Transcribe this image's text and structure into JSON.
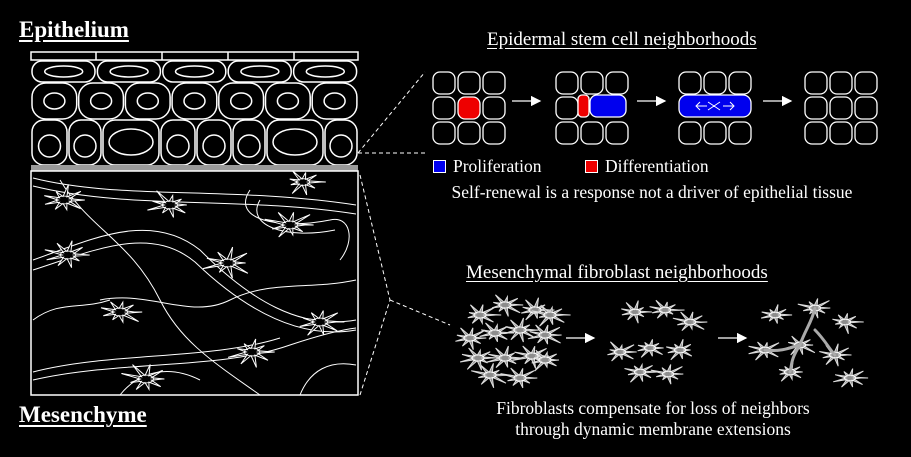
{
  "labels": {
    "epithelium": "Epithelium",
    "mesenchyme": "Mesenchyme"
  },
  "epidermal": {
    "heading": "Epidermal stem cell neighborhoods",
    "legend": [
      {
        "label": "Proliferation",
        "color": "#0000ee"
      },
      {
        "label": "Differentiation",
        "color": "#ee0000"
      }
    ],
    "caption": "Self-renewal is a response not a driver of epithelial tissue"
  },
  "mesenchymal": {
    "heading": "Mesenchymal  fibroblast neighborhoods",
    "caption_lines": [
      "Fibroblasts compensate for loss of neighbors",
      "through dynamic membrane extensions"
    ]
  },
  "colors": {
    "background": "#000000",
    "line": "#ffffff",
    "fibroblast_fill": "#8c8c8c",
    "proliferation": "#0000ee",
    "differentiation": "#ee0000"
  }
}
